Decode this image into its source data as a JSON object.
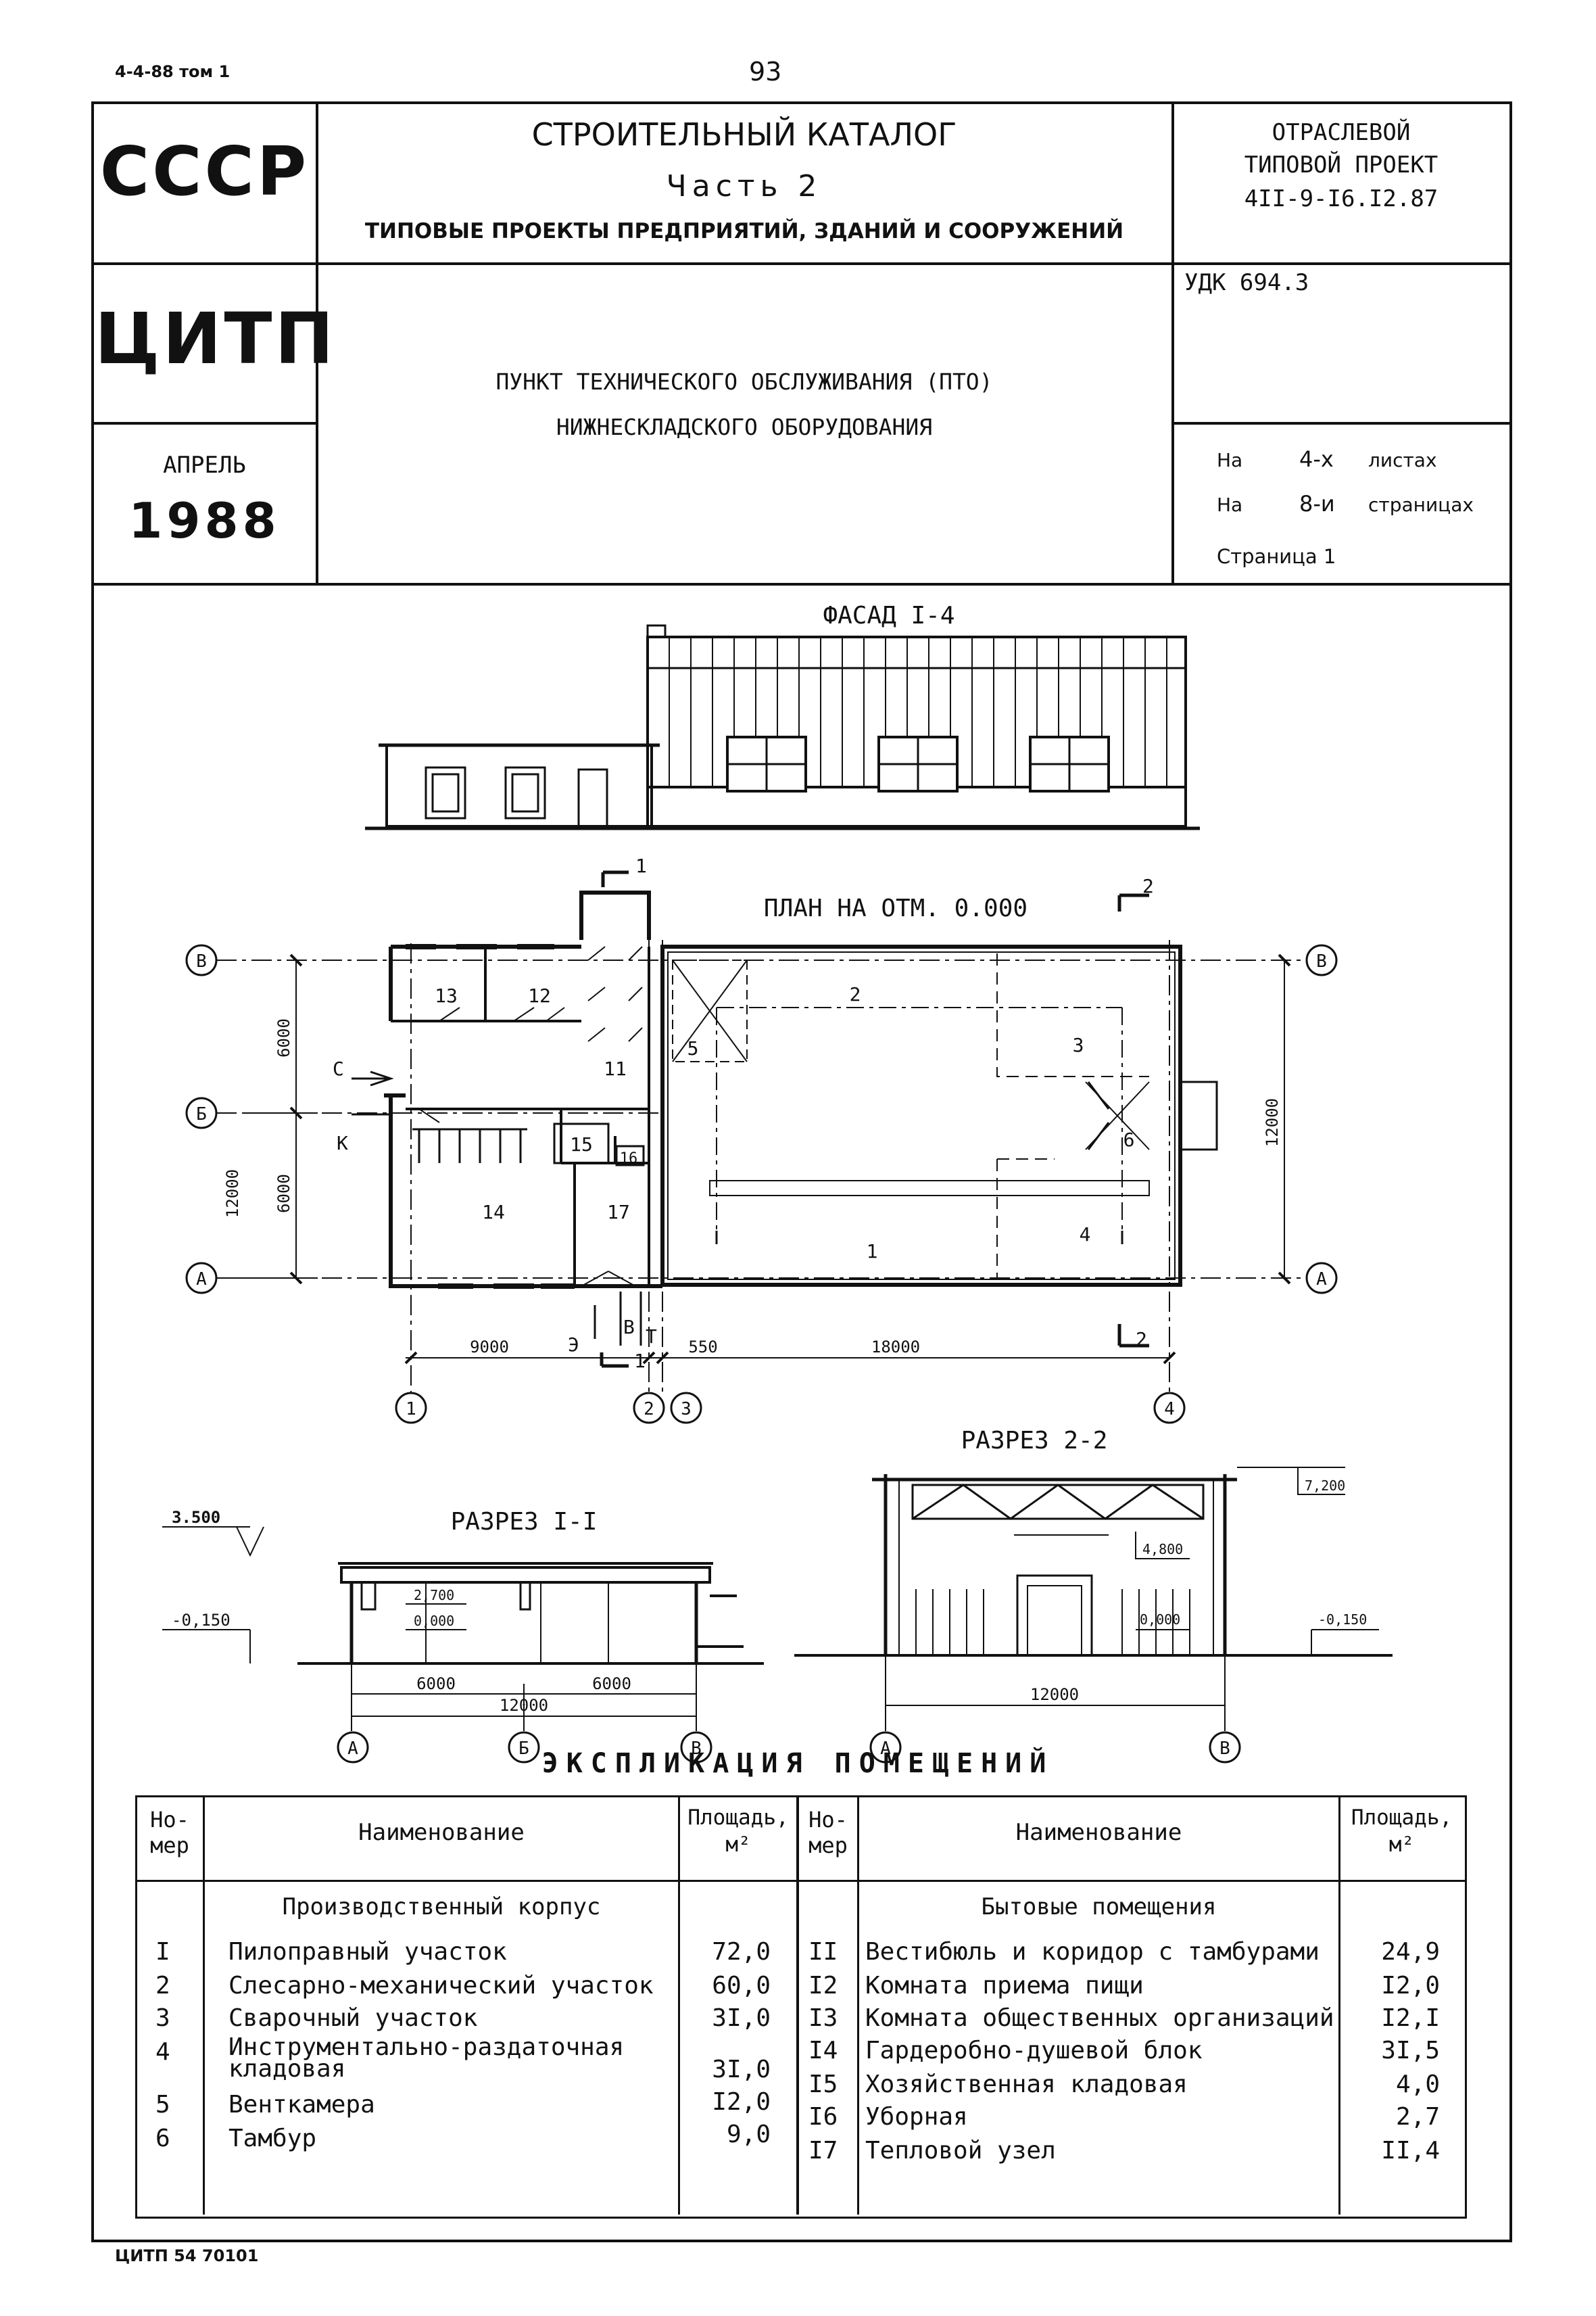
{
  "top": {
    "doc_ref": "4-4-88 том 1",
    "page_no": "93"
  },
  "header": {
    "org1": "СССР",
    "org2": "ЦИТП",
    "month": "АПРЕЛЬ",
    "year": "1988",
    "catalog_title": "СТРОИТЕЛЬНЫЙ КАТАЛОГ",
    "catalog_part": "Часть 2",
    "catalog_subtitle": "ТИПОВЫЕ ПРОЕКТЫ ПРЕДПРИЯТИЙ, ЗДАНИЙ И СООРУЖЕНИЙ",
    "project_line1": "ОТРАСЛЕВОЙ",
    "project_line2": "ТИПОВОЙ ПРОЕКТ",
    "project_code": "4II-9-I6.I2.87",
    "udk": "УДК 694.3",
    "object_line1": "ПУНКТ ТЕХНИЧЕСКОГО ОБСЛУЖИВАНИЯ (ПТО)",
    "object_line2": "НИЖНЕСКЛАДСКОГО ОБОРУДОВАНИЯ",
    "sheets_prefix": "На",
    "sheets_value": "4-х",
    "sheets_word": "листах",
    "pages_prefix": "На",
    "pages_value": "8-и",
    "pages_word": "страницах",
    "page_label": "Страница 1"
  },
  "drawing": {
    "facade_title": "ФАСАД I-4",
    "plan_title": "ПЛАН НА ОТМ. 0.000",
    "section1_title": "РАЗРЕЗ I-I",
    "section2_title": "РАЗРЕЗ 2-2",
    "axes_rows": [
      "В",
      "Б",
      "А"
    ],
    "axes_cols": [
      "1",
      "2",
      "3",
      "4"
    ],
    "dims": {
      "d6000a": "6000",
      "d6000b": "6000",
      "d12000v": "12000",
      "d12000v2": "12000",
      "d9000": "9000",
      "d550": "550",
      "d18000": "18000",
      "s1_6000a": "6000",
      "s1_6000b": "6000",
      "s1_12000": "12000",
      "s2_12000": "12000"
    },
    "levels": {
      "l3500": "3.500",
      "lm150a": "-0,150",
      "l2700": "2,700",
      "l0000a": "0,000",
      "l7200": "7,200",
      "l4800": "4,800",
      "l0000b": "0,000",
      "lm150b": "-0,150"
    },
    "cut_marks": {
      "c1": "1",
      "c2": "2"
    },
    "inlet_labels": {
      "c": "С",
      "k": "К",
      "e": "Э",
      "v": "В",
      "t": "Т"
    },
    "room_numbers": [
      "1",
      "2",
      "3",
      "4",
      "5",
      "6",
      "11",
      "12",
      "13",
      "14",
      "15",
      "16",
      "17"
    ]
  },
  "explication": {
    "title": "ЭКСПЛИКАЦИЯ ПОМЕЩЕНИЙ",
    "col_no": "Но-\nмер",
    "col_name": "Наименование",
    "col_area": "Площадь,\nм²",
    "left_group": "Производственный корпус",
    "right_group": "Бытовые помещения",
    "left_rows": [
      {
        "no": "I",
        "name": "Пилоправный участок",
        "area": "72,0"
      },
      {
        "no": "2",
        "name": "Слесарно-механический участок",
        "area": "60,0"
      },
      {
        "no": "3",
        "name": "Сварочный участок",
        "area": "3I,0"
      },
      {
        "no": "4",
        "name": "Инструментально-раздаточная\nкладовая",
        "area": "3I,0"
      },
      {
        "no": "5",
        "name": "Венткамера",
        "area": "I2,0"
      },
      {
        "no": "6",
        "name": "Тамбур",
        "area": "9,0"
      }
    ],
    "right_rows": [
      {
        "no": "II",
        "name": "Вестибюль и коридор с тамбурами",
        "area": "24,9"
      },
      {
        "no": "I2",
        "name": "Комната приема пищи",
        "area": "I2,0"
      },
      {
        "no": "I3",
        "name": "Комната общественных организаций",
        "area": "I2,I"
      },
      {
        "no": "I4",
        "name": "Гардеробно-душевой блок",
        "area": "3I,5"
      },
      {
        "no": "I5",
        "name": "Хозяйственная кладовая",
        "area": "4,0"
      },
      {
        "no": "I6",
        "name": "Уборная",
        "area": "2,7"
      },
      {
        "no": "I7",
        "name": "Тепловой узел",
        "area": "II,4"
      }
    ]
  },
  "footer": {
    "code": "ЦИТП 54 70101"
  }
}
